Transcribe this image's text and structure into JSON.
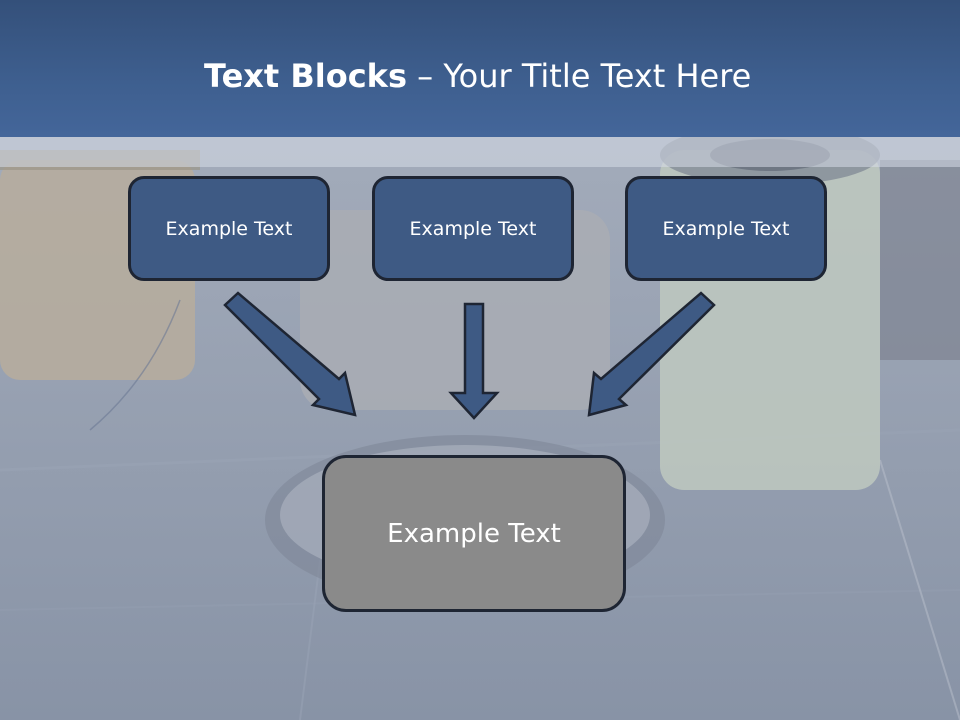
{
  "title": {
    "bold": "Text Blocks",
    "dash": " – ",
    "rest": "Your Title Text Here"
  },
  "blocks": {
    "left": "Example Text",
    "middle": "Example Text",
    "right": "Example Text"
  },
  "result": {
    "label": "Example Text"
  },
  "colors": {
    "header": "#3e5f8f",
    "top_box": "#3e5a84",
    "bottom_box": "#8a8a8a",
    "arrow": "#3e5a84",
    "border": "#1e2533"
  }
}
